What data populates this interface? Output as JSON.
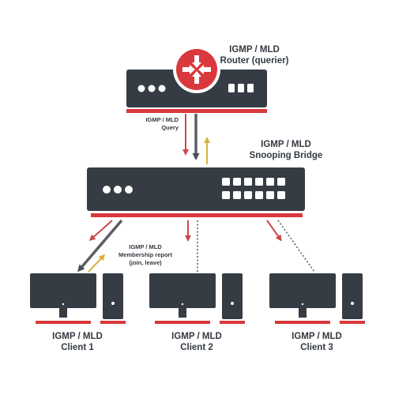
{
  "router": {
    "title_line1": "IGMP / MLD",
    "title_line2": "Router (querier)",
    "icon": "router-arrows-icon"
  },
  "bridge": {
    "title_line1": "IGMP / MLD",
    "title_line2": "Snooping Bridge"
  },
  "query_label": {
    "line1": "IGMP / MLD",
    "line2": "Query"
  },
  "report_label": {
    "line1": "IGMP / MLD",
    "line2": "Membership report",
    "line3": "(join, leave)"
  },
  "clients": [
    {
      "line1": "IGMP / MLD",
      "line2": "Client 1"
    },
    {
      "line1": "IGMP / MLD",
      "line2": "Client 2"
    },
    {
      "line1": "IGMP / MLD",
      "line2": "Client 3"
    }
  ],
  "colors": {
    "device": "#353c44",
    "accent_red": "#d9383c",
    "arrow_red": "#c9484b",
    "arrow_gold": "#d9b13b",
    "link_gray": "#5a5f66",
    "text": "#333a42"
  }
}
